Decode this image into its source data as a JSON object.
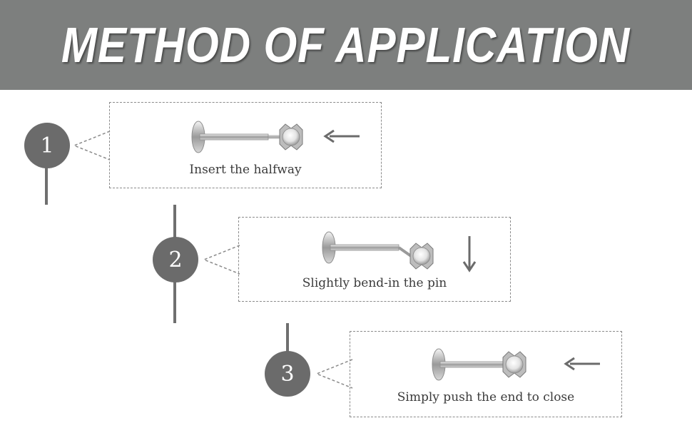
{
  "header": {
    "title": "METHOD OF APPLICATION"
  },
  "steps": [
    {
      "number": "1",
      "caption": "Insert the halfway",
      "arrow_direction": "left"
    },
    {
      "number": "2",
      "caption": "Slightly bend-in the pin",
      "arrow_direction": "down"
    },
    {
      "number": "3",
      "caption": "Simply push the end to close",
      "arrow_direction": "left"
    }
  ],
  "colors": {
    "banner": "#7d7f7e",
    "circle": "#6b6b6b",
    "dashed_border": "#8a8a8a",
    "arrow": "#6b6b6b"
  },
  "icons": {
    "product": "labret-stud-icon",
    "arrow_left": "arrow-left-icon",
    "arrow_down": "arrow-down-icon"
  }
}
